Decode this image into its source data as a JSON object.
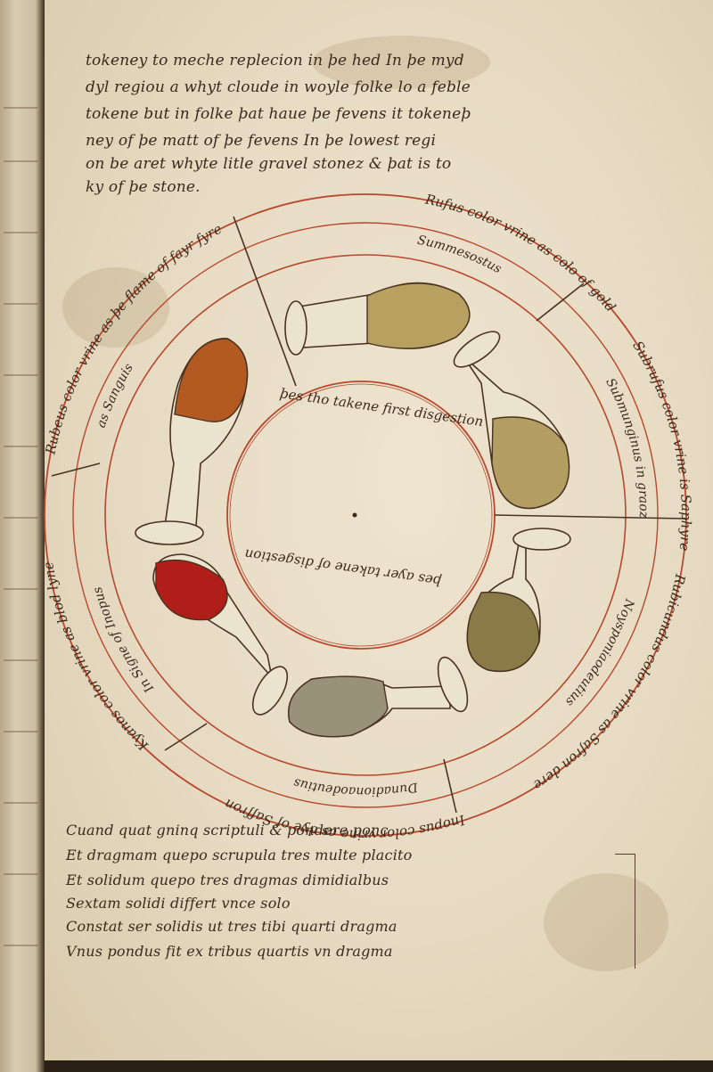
{
  "manuscript": {
    "top_text_lines": [
      "tokeney to meche replecion in þe hed        In þe myd",
      "dyl regiou a whyt cloude in woyle folke lo a feble",
      "tokene but in folke þat haue þe fevens it tokeneþ",
      "ney of þe matt of þe fevens     In þe lowest regi",
      "on be aret whyte litle gravel stonez & þat is to",
      "ky of þe stone."
    ],
    "wheel_outer_labels": [
      "Rufus color vrine as colo of gold",
      "Subrufus color vrine is Saphyre",
      "Rubicundus color vrine as Safron dere",
      "Inopus color vrine as dye of Saffron",
      "Kyanos color vrine as blod lyne",
      "Rubeus color vrine as þe flame of fayr fyre"
    ],
    "wheel_inner_labels": [
      "Summesostus",
      "Submunginus in graoz",
      "Noysponiaodeutius",
      "Dunadionaodeutius",
      "In Signe of Inopus",
      "as Sanguis"
    ],
    "center_upper": "þes tho takene first disgestion",
    "center_lower": "þes ayer takene of disgestion",
    "bottom_text_lines": [
      "Cuand quat gninq scriptuli & pondere ponc",
      "Et dragmam quepo scrupula tres multe placito",
      "Et solidum quepo tres dragmas dimidialbus",
      "Sextam solidi differt vnce solo",
      "Constat ser solidis ut tres tibi quarti dragma",
      "Vnus pondus fit ex tribus quartis vn dragma"
    ],
    "colors": {
      "ink": "#3a2a1c",
      "red_rule": "#b8482e",
      "parchment": "#e6dac2",
      "flask_rufus": "#b8a060",
      "flask_subrufus": "#b29d62",
      "flask_rubicundus": "#8a7a48",
      "flask_inopus": "#9a9278",
      "flask_kyanos": "#b01e1a",
      "flask_rubeus": "#b35a22"
    },
    "illustration": "urine wheel"
  }
}
